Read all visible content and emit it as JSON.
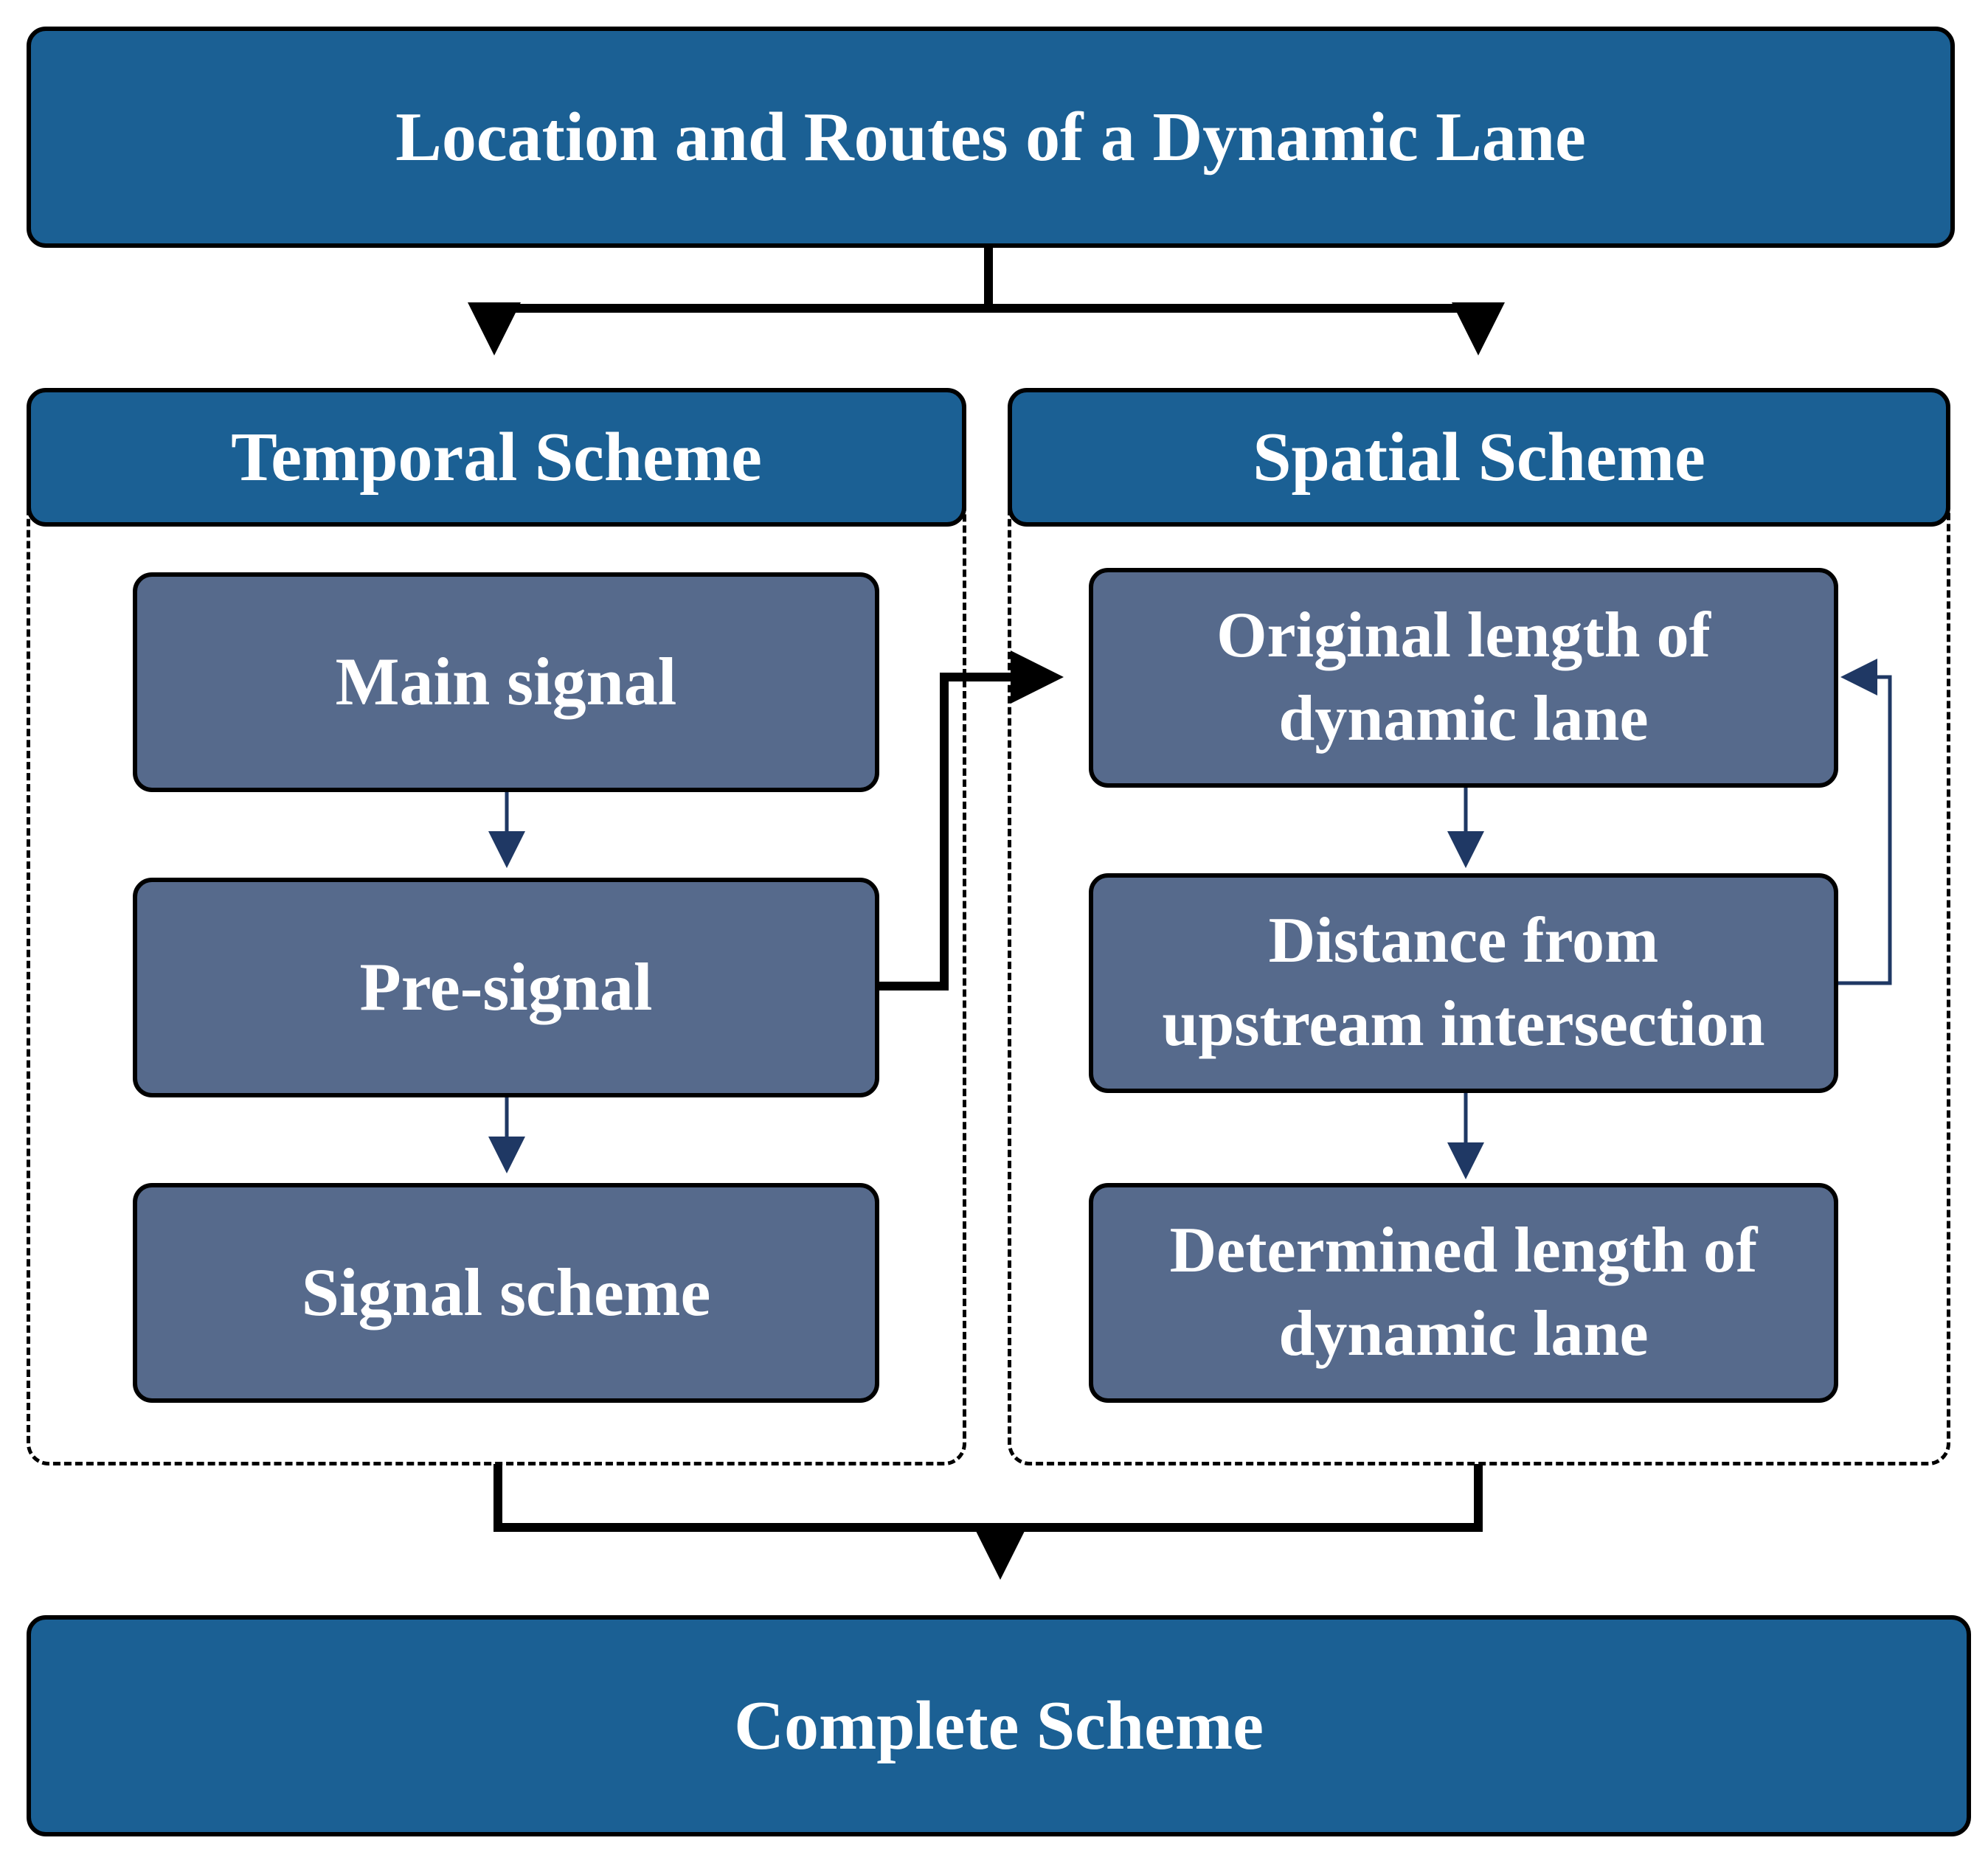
{
  "diagram": {
    "top_box": {
      "label": "Location and Routes of a Dynamic Lane"
    },
    "temporal": {
      "header": "Temporal Scheme",
      "steps": [
        "Main signal",
        "Pre-signal",
        "Signal scheme"
      ]
    },
    "spatial": {
      "header": "Spatial Scheme",
      "steps": [
        {
          "line1": "Original length of",
          "line2": "dynamic lane"
        },
        {
          "line1": "Distance from",
          "line2": "upstream intersection"
        },
        {
          "line1": "Determined length of",
          "line2": "dynamic lane"
        }
      ]
    },
    "bottom_box": {
      "label": "Complete Scheme"
    }
  },
  "colors": {
    "primary_box": "#1b6094",
    "secondary_box": "#566a8c",
    "thin_arrow": "#1f3864",
    "thick_arrow": "#000000"
  }
}
